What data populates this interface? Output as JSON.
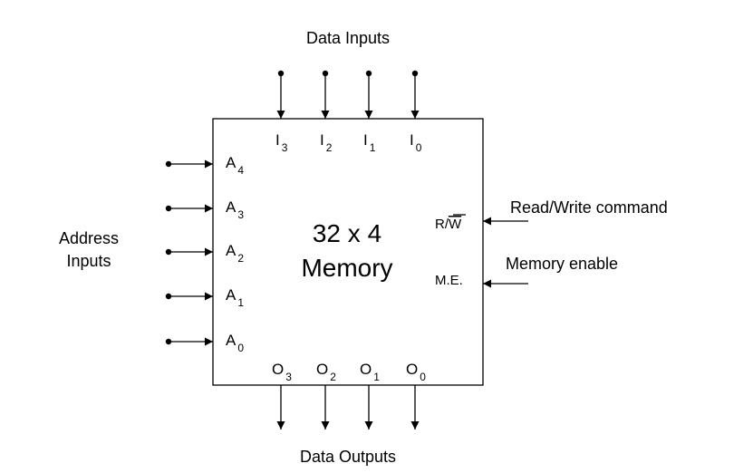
{
  "labels": {
    "data_inputs": "Data Inputs",
    "data_outputs": "Data Outputs",
    "address_inputs_line1": "Address",
    "address_inputs_line2": "Inputs",
    "read_write_command": "Read/Write command",
    "memory_enable": "Memory enable",
    "title_line1": "32 x 4",
    "title_line2": "Memory",
    "rw_pin_r": "R/",
    "rw_pin_w": "W",
    "me_pin": "M.E."
  },
  "input_pins": [
    {
      "letter": "I",
      "sub": "3"
    },
    {
      "letter": "I",
      "sub": "2"
    },
    {
      "letter": "I",
      "sub": "1"
    },
    {
      "letter": "I",
      "sub": "0"
    }
  ],
  "output_pins": [
    {
      "letter": "O",
      "sub": "3"
    },
    {
      "letter": "O",
      "sub": "2"
    },
    {
      "letter": "O",
      "sub": "1"
    },
    {
      "letter": "O",
      "sub": "0"
    }
  ],
  "address_pins": [
    {
      "letter": "A",
      "sub": "4"
    },
    {
      "letter": "A",
      "sub": "3"
    },
    {
      "letter": "A",
      "sub": "2"
    },
    {
      "letter": "A",
      "sub": "1"
    },
    {
      "letter": "A",
      "sub": "0"
    }
  ]
}
